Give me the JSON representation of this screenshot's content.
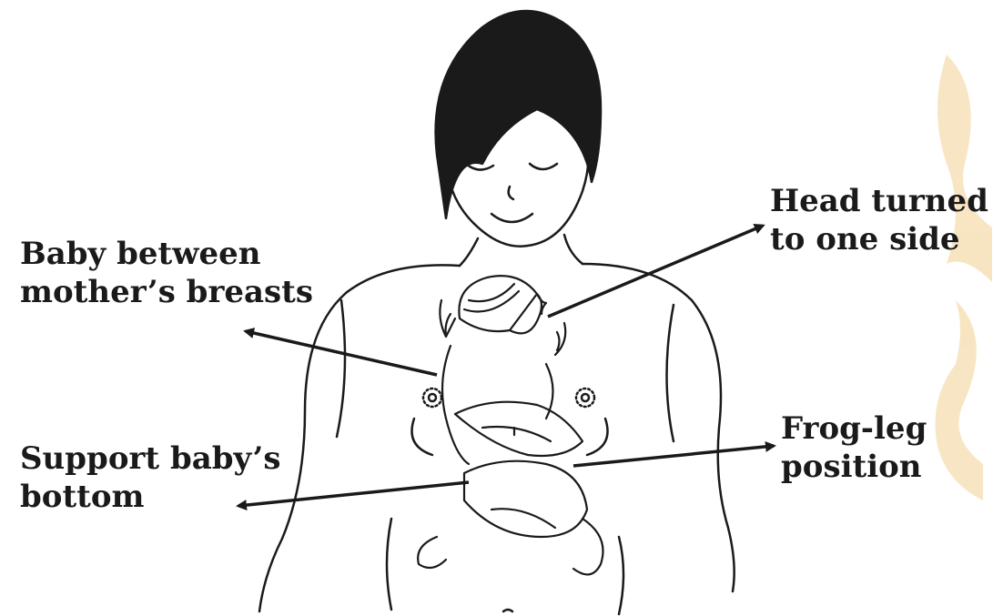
{
  "labels": {
    "head_turned": [
      "Head turned",
      "to one side"
    ],
    "baby_between": [
      "Baby between",
      "mother’s breasts"
    ],
    "support_bottom": [
      "Support baby’s",
      "bottom"
    ],
    "frog_leg": [
      "Frog-leg",
      "position"
    ]
  },
  "colors": {
    "ink": "#1a1a1a",
    "watermark": "#f6dfb4",
    "background": "#ffffff"
  }
}
